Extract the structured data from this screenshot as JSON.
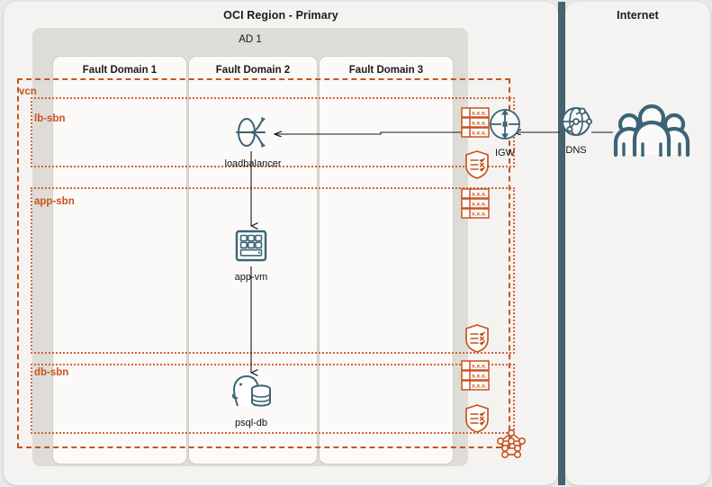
{
  "diagram": {
    "type": "cloud-architecture",
    "accent_orange": "#c8541f",
    "accent_teal": "#3c6476",
    "divider_color": "#46626c",
    "panel_bg": "#f4f3f1",
    "ad_bg": "#dedcd6"
  },
  "region": {
    "title": "OCI Region - Primary",
    "availability_domain": {
      "label": "AD 1"
    },
    "fault_domains": [
      {
        "label": "Fault Domain 1"
      },
      {
        "label": "Fault Domain 2"
      },
      {
        "label": "Fault Domain 3"
      }
    ],
    "vcn": {
      "label": "vcn"
    },
    "subnets": [
      {
        "label": "lb-sbn"
      },
      {
        "label": "app-sbn"
      },
      {
        "label": "db-sbn"
      }
    ]
  },
  "internet": {
    "title": "Internet"
  },
  "nodes": {
    "loadbalancer": {
      "label": "loadbalancer",
      "icon": "load-balancer-icon"
    },
    "app_vm": {
      "label": "app-vm",
      "icon": "virtual-machine-icon"
    },
    "psql_db": {
      "label": "psql-db",
      "icon": "postgresql-database-icon"
    },
    "igw": {
      "label": "IGW",
      "icon": "internet-gateway-icon"
    },
    "dns": {
      "label": "DNS",
      "icon": "globe-dns-icon"
    },
    "users": {
      "label": "",
      "icon": "users-group-icon"
    }
  },
  "badges": {
    "route_table": {
      "icon": "route-table-icon",
      "rows": [
        "x.x.x.",
        "x.x.x.",
        "x.x.x."
      ]
    },
    "security_list": {
      "icon": "security-list-icon"
    },
    "mesh": {
      "icon": "network-mesh-icon"
    }
  }
}
